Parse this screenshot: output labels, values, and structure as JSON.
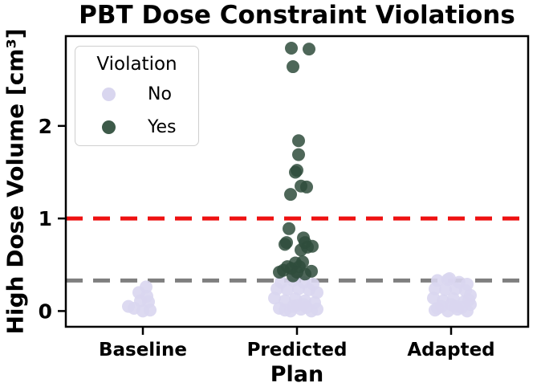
{
  "title": "PBT Dose Constraint Violations",
  "chart_data": {
    "type": "scatter",
    "subtype": "strip-plot",
    "title": "PBT Dose Constraint Violations",
    "xlabel": "Plan",
    "ylabel": "High Dose Volume [cm³]",
    "categories": [
      "Baseline",
      "Predicted",
      "Adapted"
    ],
    "yticks": [
      0,
      1,
      2
    ],
    "ylim": [
      -0.17,
      2.97
    ],
    "grid": false,
    "colors": {
      "no": "#d9d6ef",
      "yes": "#2f4c3c"
    },
    "legend": {
      "title": "Violation",
      "position": "upper left",
      "entries": [
        {
          "label": "No",
          "color": "#d9d6ef"
        },
        {
          "label": "Yes",
          "color": "#3d5a49"
        }
      ]
    },
    "reference_lines": [
      {
        "y": 1.0,
        "color": "#ee1111",
        "style": "dashed"
      },
      {
        "y": 0.33,
        "color": "#7f7f7f",
        "style": "dashed"
      }
    ],
    "series": [
      {
        "name": "Baseline-No",
        "category": "Baseline",
        "violation": "No",
        "points": [
          [
            4,
            0.26
          ],
          [
            -5,
            0.2
          ],
          [
            5,
            0.16
          ],
          [
            -3,
            0.11
          ],
          [
            7,
            0.1
          ],
          [
            -18,
            0.05
          ],
          [
            -11,
            0.03
          ],
          [
            0,
            0.0
          ],
          [
            9,
            0.01
          ]
        ]
      },
      {
        "name": "Predicted-No",
        "category": "Predicted",
        "violation": "No",
        "points": [
          [
            -20,
            0.31
          ],
          [
            -5,
            0.33
          ],
          [
            8,
            0.31
          ],
          [
            20,
            0.29
          ],
          [
            -25,
            0.24
          ],
          [
            -12,
            0.23
          ],
          [
            2,
            0.24
          ],
          [
            15,
            0.23
          ],
          [
            25,
            0.2
          ],
          [
            -28,
            0.14
          ],
          [
            -15,
            0.11
          ],
          [
            -2,
            0.13
          ],
          [
            10,
            0.11
          ],
          [
            22,
            0.09
          ],
          [
            -22,
            0.03
          ],
          [
            -8,
            0.0
          ],
          [
            5,
            0.02
          ],
          [
            18,
            0.0
          ],
          [
            -15,
            0.01
          ],
          [
            12,
            0.04
          ],
          [
            0,
            0.06
          ],
          [
            25,
            0.02
          ],
          [
            -5,
            0.05
          ],
          [
            8,
            0.07
          ]
        ]
      },
      {
        "name": "Adapted-No",
        "category": "Adapted",
        "violation": "No",
        "points": [
          [
            -17,
            0.33
          ],
          [
            -4,
            0.34
          ],
          [
            10,
            0.31
          ],
          [
            20,
            0.29
          ],
          [
            -20,
            0.24
          ],
          [
            -7,
            0.23
          ],
          [
            6,
            0.24
          ],
          [
            18,
            0.22
          ],
          [
            24,
            0.17
          ],
          [
            -22,
            0.14
          ],
          [
            -10,
            0.11
          ],
          [
            3,
            0.13
          ],
          [
            16,
            0.1
          ],
          [
            24,
            0.07
          ],
          [
            -17,
            0.03
          ],
          [
            -4,
            0.0
          ],
          [
            8,
            0.02
          ],
          [
            20,
            0.0
          ],
          [
            -12,
            0.05
          ],
          [
            13,
            0.04
          ],
          [
            0,
            0.07
          ],
          [
            -20,
            0.01
          ],
          [
            5,
            0.05
          ],
          [
            22,
            0.12
          ],
          [
            -2,
            0.35
          ]
        ]
      },
      {
        "name": "Predicted-Yes",
        "category": "Predicted",
        "violation": "Yes",
        "points": [
          [
            -7,
            2.84
          ],
          [
            15,
            2.83
          ],
          [
            -5,
            2.64
          ],
          [
            2,
            1.84
          ],
          [
            2,
            1.69
          ],
          [
            0,
            1.52
          ],
          [
            -2,
            1.5
          ],
          [
            5,
            1.35
          ],
          [
            12,
            1.34
          ],
          [
            -8,
            1.26
          ],
          [
            -10,
            0.89
          ],
          [
            8,
            0.79
          ],
          [
            -13,
            0.74
          ],
          [
            10,
            0.74
          ],
          [
            -15,
            0.72
          ],
          [
            19,
            0.7
          ],
          [
            13,
            0.69
          ],
          [
            5,
            0.66
          ],
          [
            -12,
            0.48
          ],
          [
            -2,
            0.52
          ],
          [
            7,
            0.53
          ],
          [
            -17,
            0.44
          ],
          [
            -7,
            0.46
          ],
          [
            3,
            0.48
          ],
          [
            18,
            0.43
          ],
          [
            -22,
            0.42
          ],
          [
            0,
            0.42
          ],
          [
            -5,
            0.38
          ],
          [
            10,
            0.4
          ]
        ]
      }
    ]
  }
}
